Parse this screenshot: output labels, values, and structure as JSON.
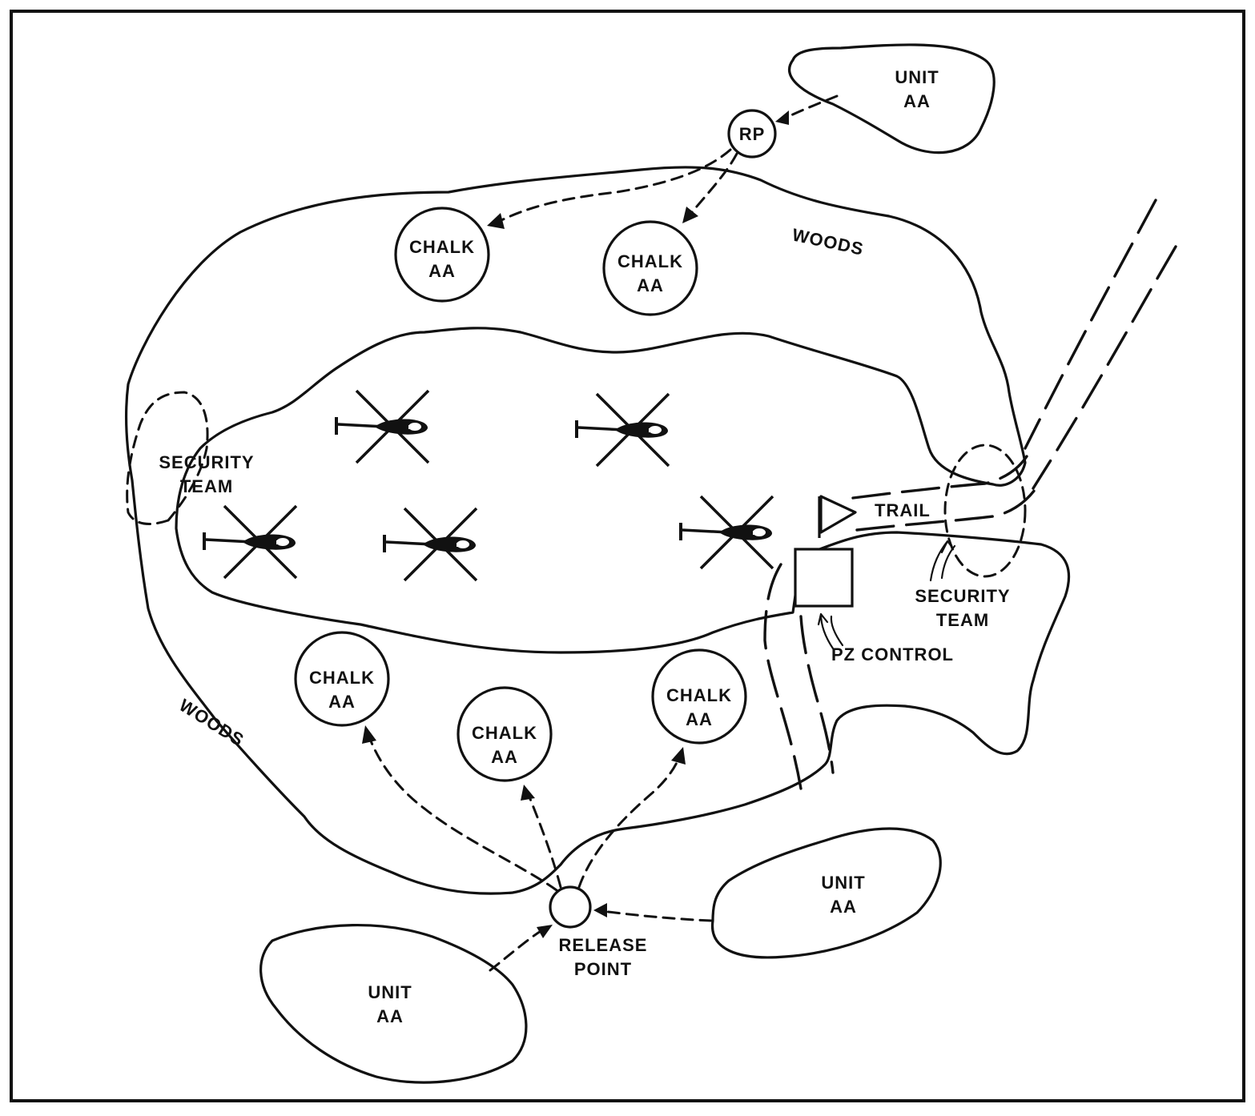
{
  "labels": {
    "unit_top_right": [
      "UNIT",
      "AA"
    ],
    "unit_bottom_right": [
      "UNIT",
      "AA"
    ],
    "unit_bottom_left": [
      "UNIT",
      "AA"
    ],
    "rp": "RP",
    "chalk": [
      "CHALK",
      "AA"
    ],
    "woods": "WOODS",
    "security_team": [
      "SECURITY",
      "TEAM"
    ],
    "trail": "TRAIL",
    "pz_control": "PZ CONTROL",
    "release_point": [
      "RELEASE",
      "POINT"
    ]
  },
  "symbols": {
    "helicopter_count": 5,
    "chalk_circle_count": 5
  }
}
